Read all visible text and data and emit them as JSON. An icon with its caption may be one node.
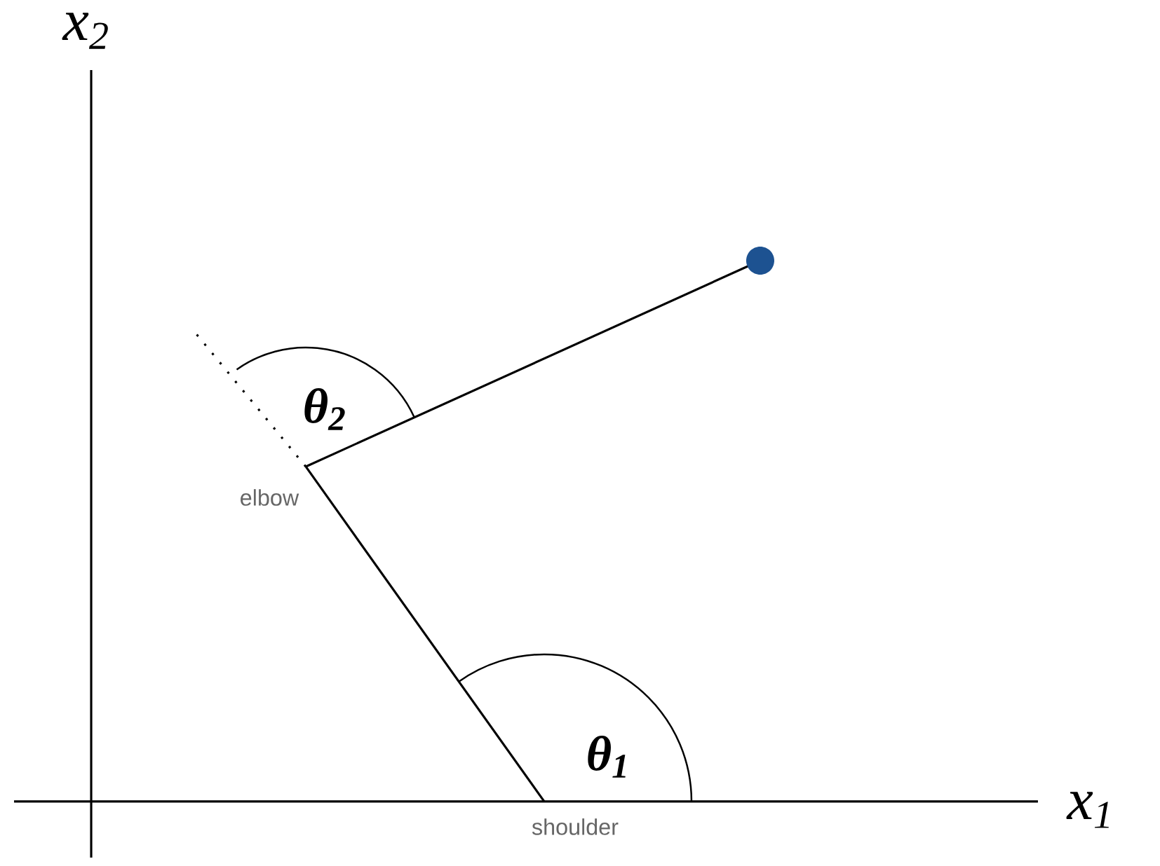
{
  "diagram": {
    "labels": [
      "x$_{2}$",
      "θ$_{2}$",
      "elbow",
      "θ$_{1}$",
      "x$_{1}$",
      "shoulder"
    ]
  }
}
